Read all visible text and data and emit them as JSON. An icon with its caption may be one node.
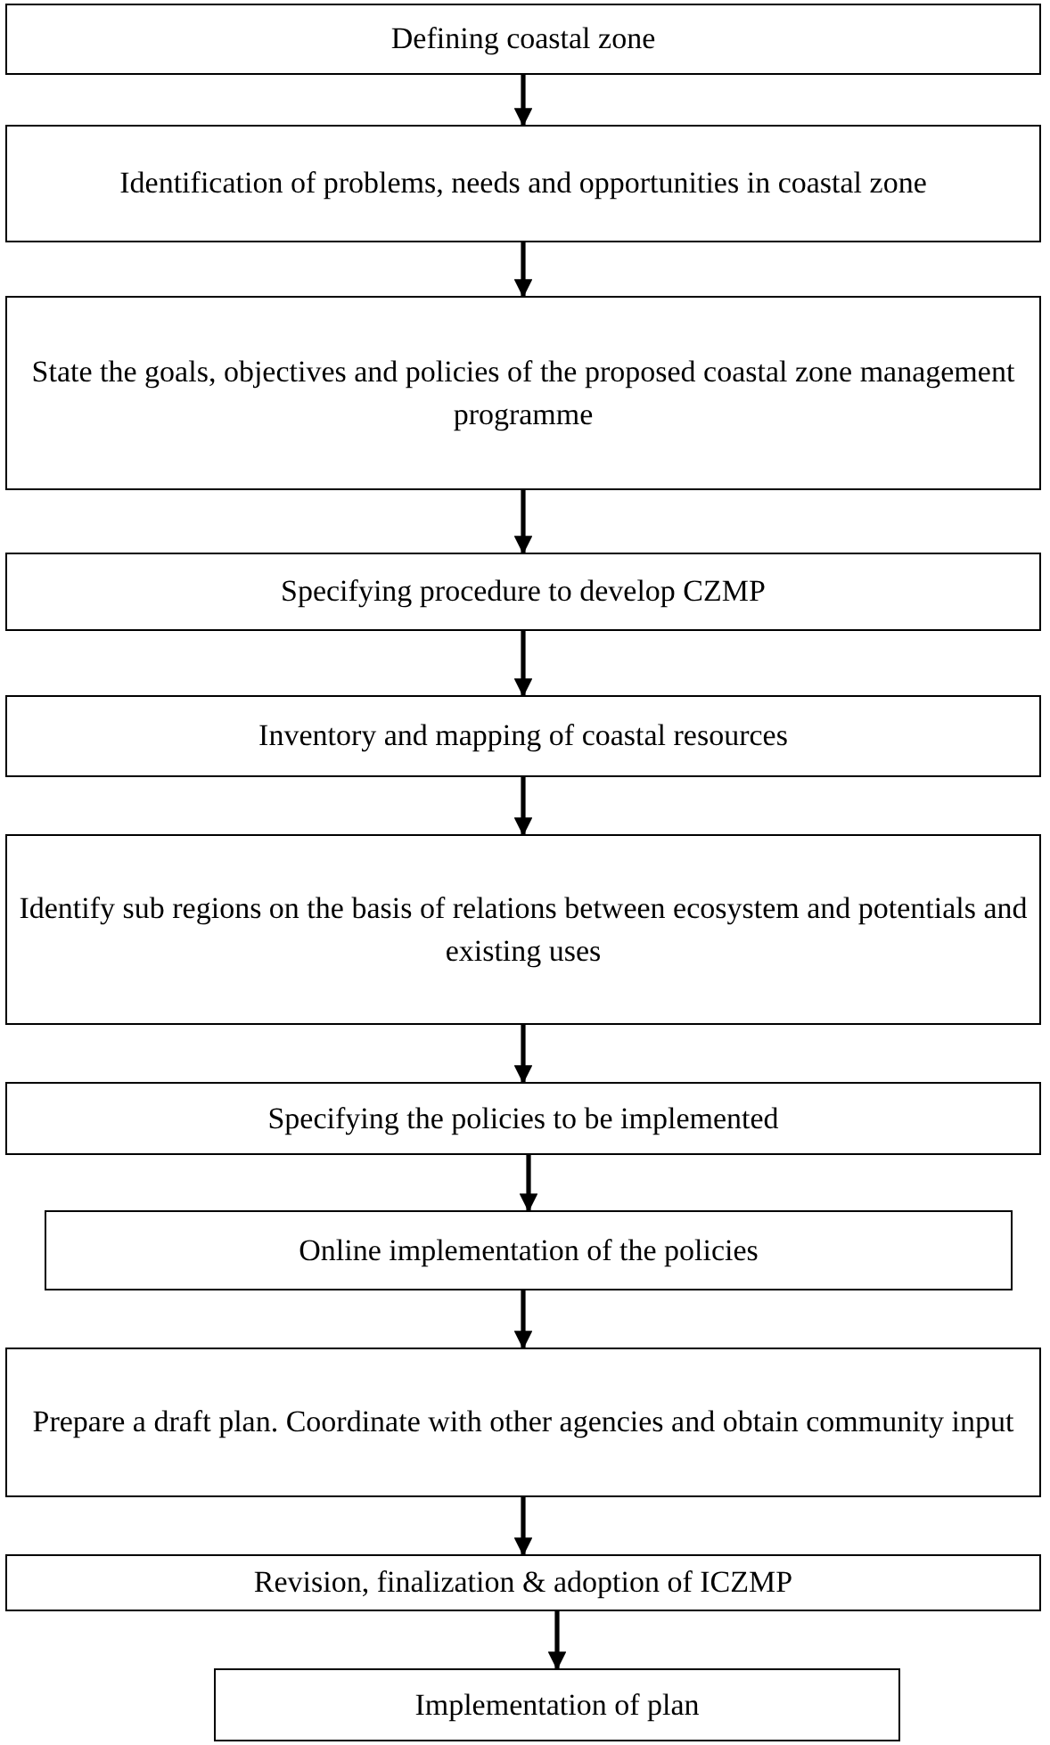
{
  "diagram": {
    "nodes": [
      {
        "text": [
          "Defining coastal zone"
        ]
      },
      {
        "text": [
          "Identification of problems, needs and opportunities in coastal zone"
        ]
      },
      {
        "text": [
          "State the goals, objectives and policies of the proposed coastal zone management programme"
        ]
      },
      {
        "text": [
          "Specifying procedure to develop CZMP"
        ]
      },
      {
        "text": [
          "Inventory and mapping of coastal resources"
        ]
      },
      {
        "text": [
          "Identify sub regions on the basis of relations between ecosystem and potentials and existing uses"
        ]
      },
      {
        "text": [
          "Specifying the policies to be implemented"
        ]
      },
      {
        "text": [
          "Online implementation of the policies"
        ]
      },
      {
        "text": [
          "Prepare a draft plan. Coordinate with other agencies and obtain community input"
        ]
      },
      {
        "text": [
          "Revision, finalization & adoption of ICZMP"
        ]
      },
      {
        "text": [
          "Implementation of plan"
        ]
      }
    ],
    "edges": [
      {
        "from": 0,
        "to": 1,
        "arrow": "to"
      },
      {
        "from": 1,
        "to": 2,
        "arrow": "to"
      },
      {
        "from": 2,
        "to": 3,
        "arrow": "to"
      },
      {
        "from": 3,
        "to": 4,
        "arrow": "to"
      },
      {
        "from": 4,
        "to": 5,
        "arrow": "to"
      },
      {
        "from": 5,
        "to": 6,
        "arrow": "to"
      },
      {
        "from": 6,
        "to": 7,
        "arrow": "to"
      },
      {
        "from": 7,
        "to": 8,
        "arrow": "to"
      },
      {
        "from": 8,
        "to": 9,
        "arrow": "to"
      },
      {
        "from": 9,
        "to": 10,
        "arrow": "to"
      }
    ]
  }
}
